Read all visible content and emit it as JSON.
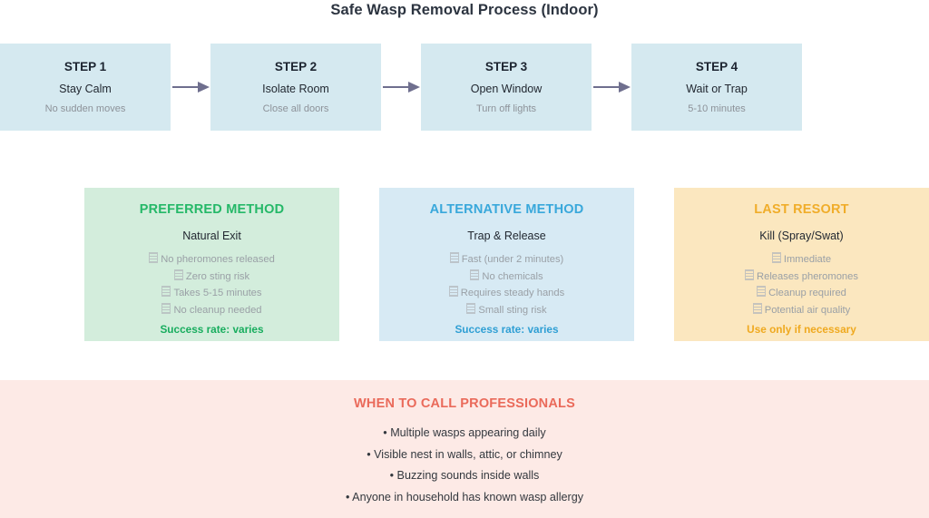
{
  "title": "Safe Wasp Removal Process (Indoor)",
  "steps": [
    {
      "label": "STEP 1",
      "action": "Stay Calm",
      "note": "No sudden moves"
    },
    {
      "label": "STEP 2",
      "action": "Isolate Room",
      "note": "Close all doors"
    },
    {
      "label": "STEP 3",
      "action": "Open Window",
      "note": "Turn off lights"
    },
    {
      "label": "STEP 4",
      "action": "Wait or Trap",
      "note": "5-10 minutes"
    }
  ],
  "methods": [
    {
      "heading": "PREFERRED METHOD",
      "subtitle": "Natural Exit",
      "bullets": [
        "No pheromones released",
        "Zero sting risk",
        "Takes 5-15 minutes",
        "No cleanup needed"
      ],
      "footer": "Success rate: varies",
      "accent": "#25b868",
      "background": "#d3eddc"
    },
    {
      "heading": "ALTERNATIVE METHOD",
      "subtitle": "Trap & Release",
      "bullets": [
        "Fast (under 2 minutes)",
        "No chemicals",
        "Requires steady hands",
        "Small sting risk"
      ],
      "footer": "Success rate: varies",
      "accent": "#39a8db",
      "background": "#d7eaf4"
    },
    {
      "heading": "LAST RESORT",
      "subtitle": "Kill (Spray/Swat)",
      "bullets": [
        "Immediate",
        "Releases pheromones",
        "Cleanup required",
        "Potential air quality"
      ],
      "footer": "Use only if necessary",
      "accent": "#f0ad2a",
      "background": "#fbe7bf"
    }
  ],
  "professionals": {
    "heading": "WHEN TO CALL PROFESSIONALS",
    "items": [
      "• Multiple wasps appearing daily",
      "• Visible nest in walls, attic, or chimney",
      "• Buzzing sounds inside walls",
      "• Anyone in household has known wasp allergy"
    ],
    "accent": "#ea6a5a",
    "background": "#fdeae6"
  },
  "connector": {
    "icon": "arrow-right-icon",
    "color": "#6f6f8e"
  }
}
